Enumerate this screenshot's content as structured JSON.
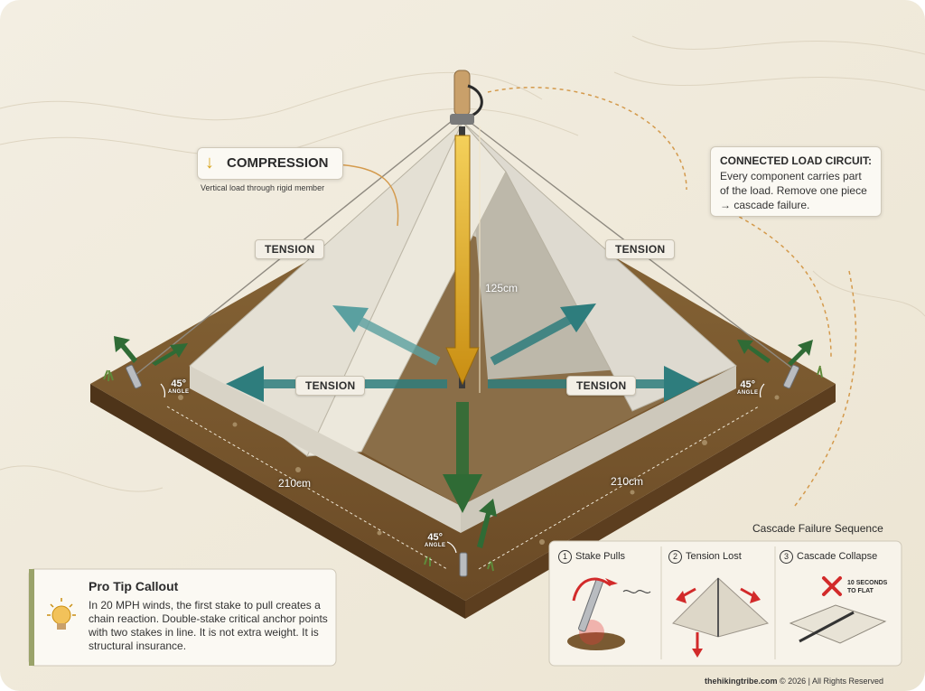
{
  "compression": {
    "title": "COMPRESSION",
    "caption": "Vertical load through rigid member"
  },
  "tension_label": "TENSION",
  "pole_height": "125cm",
  "side_length_left": "210cm",
  "side_length_right": "210cm",
  "angle": {
    "value": "45°",
    "unit": "ANGLE"
  },
  "load_circuit": {
    "title": "CONNECTED LOAD CIRCUIT:",
    "body": "Every component carries part of the load. Remove one piece → cascade failure."
  },
  "pro_tip": {
    "title": "Pro Tip Callout",
    "body": "In 20 MPH winds, the first stake to pull creates a chain reaction. Double-stake critical anchor points with two stakes in line. It is not extra weight. It is structural insurance."
  },
  "cascade": {
    "title": "Cascade Failure Sequence",
    "steps": [
      {
        "num": "1",
        "label": "Stake Pulls"
      },
      {
        "num": "2",
        "label": "Tension Lost"
      },
      {
        "num": "3",
        "label": "Cascade Collapse"
      }
    ],
    "note_line1": "10 SECONDS",
    "note_line2": "TO FLAT"
  },
  "footer": {
    "site": "thehikingtribe.com",
    "rights": " © 2026 | All Rights Reserved"
  },
  "colors": {
    "ground": "#7a5a32",
    "tarp": "#e8e4d8",
    "compression_arrow": "#d9a520",
    "tension_arrow": "#2e7d7d",
    "anchor_arrow": "#2f6b35",
    "danger": "#d22a2a"
  }
}
